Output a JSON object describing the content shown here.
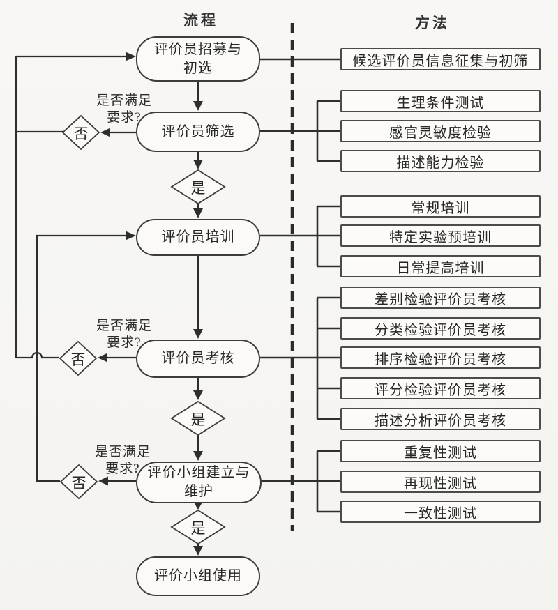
{
  "titles": {
    "process": "流程",
    "methods": "方法"
  },
  "flow_nodes": {
    "recruit_line1": "评价员招募与",
    "recruit_line2": "初选",
    "screen": "评价员筛选",
    "train": "评价员培训",
    "assess": "评价员考核",
    "panel_line1": "评价小组建立与",
    "panel_line2": "维护",
    "use": "评价小组使用"
  },
  "decisions": {
    "yes": "是",
    "no": "否",
    "question_line1": "是否满足",
    "question_line2": "要求?"
  },
  "method_boxes": {
    "recruit": [
      "候选评价员信息征集与初筛"
    ],
    "screen": [
      "生理条件测试",
      "感官灵敏度检验",
      "描述能力检验"
    ],
    "train": [
      "常规培训",
      "特定实验预培训",
      "日常提高培训"
    ],
    "assess": [
      "差别检验评价员考核",
      "分类检验评价员考核",
      "排序检验评价员考核",
      "评分检验评价员考核",
      "描述分析评价员考核"
    ],
    "panel": [
      "重复性测试",
      "再现性测试",
      "一致性测试"
    ]
  },
  "colors": {
    "ink": "#2e2e2e",
    "paper": "#f7f6f3",
    "box_fill": "#fbfaf7"
  }
}
